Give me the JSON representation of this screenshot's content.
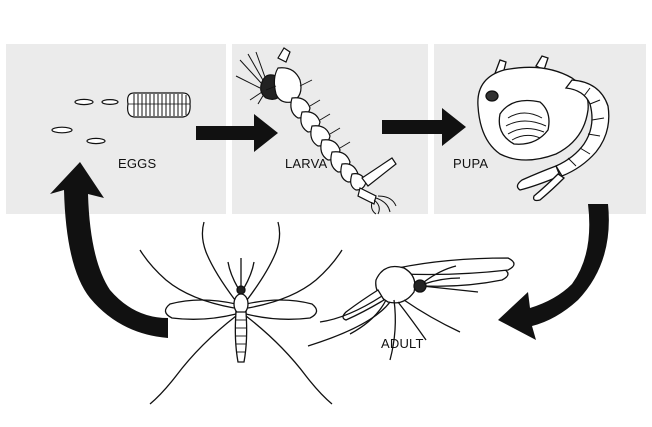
{
  "stages": {
    "eggs": {
      "label": "EGGS"
    },
    "larva": {
      "label": "LARVA"
    },
    "pupa": {
      "label": "PUPA"
    },
    "adult": {
      "label": "ADULT"
    }
  },
  "colors": {
    "panel": "#ebebeb",
    "ink": "#111111",
    "arrow": "#111111"
  }
}
